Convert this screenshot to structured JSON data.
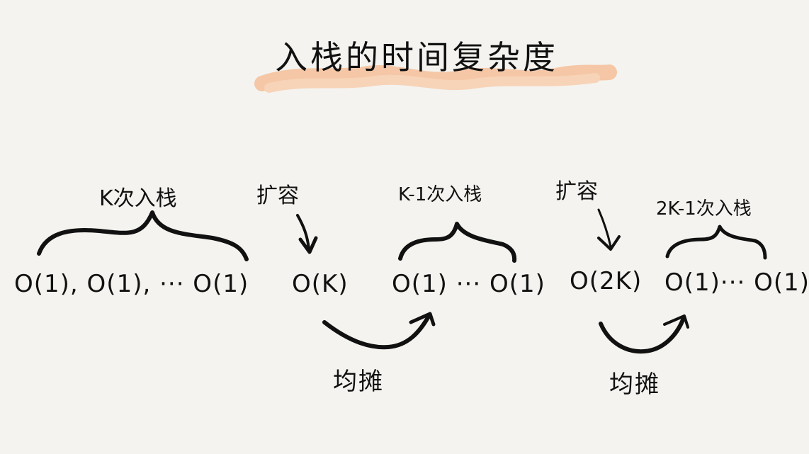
{
  "title": "入栈的时间复杂度",
  "colors": {
    "background": "#f4f3ef",
    "ink": "#111111",
    "highlight": "#f6b98e"
  },
  "groups": [
    {
      "id": "group-k-pushes",
      "label": "K次入栈",
      "expression": "O(1), O(1), ··· O(1)"
    },
    {
      "id": "expand-1",
      "label": "扩容",
      "expression": "O(K)"
    },
    {
      "id": "group-k-minus-1-pushes",
      "label": "K-1次入栈",
      "expression": "O(1) ··· O(1)"
    },
    {
      "id": "expand-2",
      "label": "扩容",
      "expression": "O(2K)"
    },
    {
      "id": "group-2k-minus-1-pushes",
      "label": "2K-1次入栈",
      "expression": "O(1)··· O(1)"
    }
  ],
  "amortize_arrows": [
    {
      "label": "均摊",
      "from": "O(K)",
      "to": "O(1) ··· O(1)"
    },
    {
      "label": "均摊",
      "from": "O(2K)",
      "to": "O(1)··· O(1)"
    }
  ]
}
